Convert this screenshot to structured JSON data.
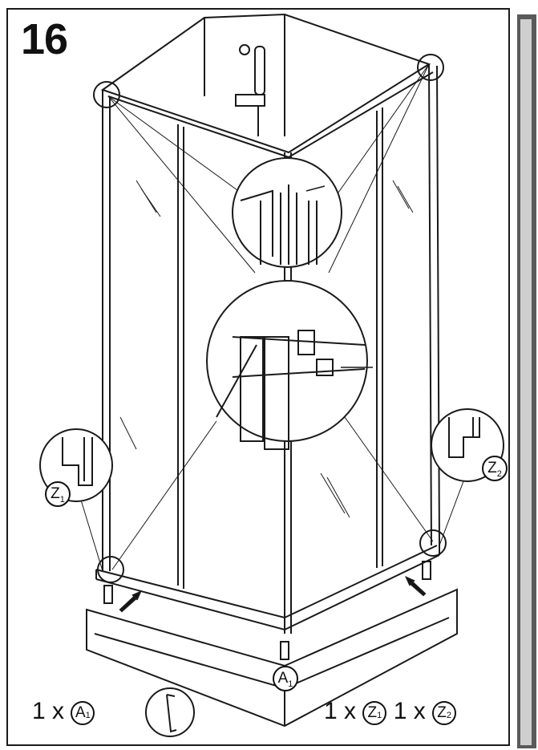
{
  "step": {
    "number": "16"
  },
  "callouts": {
    "z1": {
      "letter": "Z",
      "sub": "1"
    },
    "z2": {
      "letter": "Z",
      "sub": "2"
    },
    "a1": {
      "letter": "A",
      "sub": "1"
    }
  },
  "parts": {
    "left": {
      "qty": "1 x",
      "letter": "A",
      "sub": "1"
    },
    "right": [
      {
        "qty": "1 x",
        "letter": "Z",
        "sub": "1"
      },
      {
        "qty": "1 x",
        "letter": "Z",
        "sub": "2"
      }
    ]
  },
  "colors": {
    "ink": "#1a1a1a",
    "bar": "#5a5a5a",
    "bar_inner": "#cfcfcf"
  }
}
